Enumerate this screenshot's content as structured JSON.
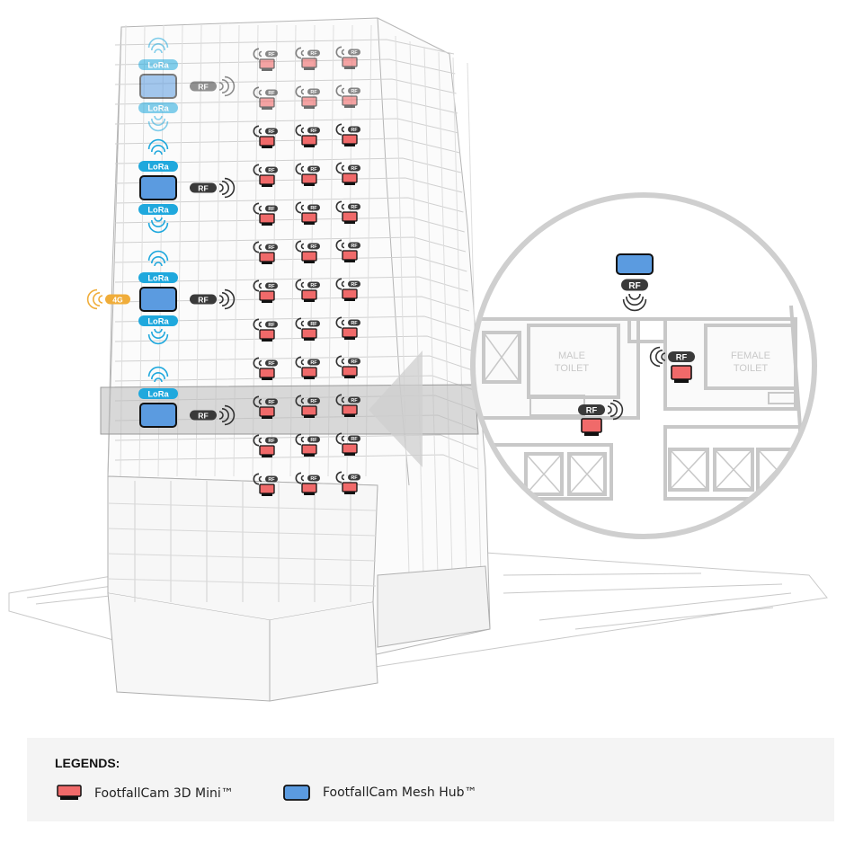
{
  "labels": {
    "lora": "LoRa",
    "rf": "RF",
    "fourg": "4G",
    "male_toilet_line1": "MALE",
    "male_toilet_line2": "TOILET",
    "female_toilet_line1": "FEMALE",
    "female_toilet_line2": "TOILET"
  },
  "legend": {
    "title": "LEGENDS:",
    "mini_label": "FootfallCam 3D Mini™",
    "hub_label": "FootfallCam Mesh Hub™"
  },
  "colors": {
    "mini_fill": "#f06a6a",
    "hub_fill": "#5b9be0",
    "lora_fill": "#1fa8dd",
    "fourg_fill": "#f0ad3a",
    "rf_fill": "#3a3a3a",
    "legend_bg": "#f4f4f4"
  }
}
